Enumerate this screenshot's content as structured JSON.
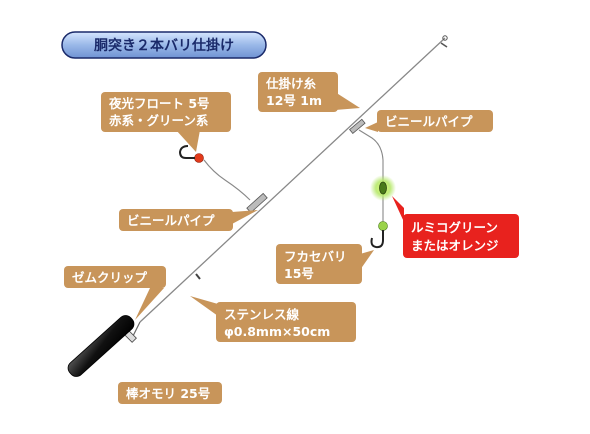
{
  "title": "胴突き２本バリ仕掛け",
  "labels": {
    "float": [
      "夜光フロート 5号",
      "赤系・グリーン系"
    ],
    "main_line": [
      "仕掛け糸",
      "12号 1m"
    ],
    "vinyl_pipe_right": "ビニールパイプ",
    "vinyl_pipe_left": "ビニールパイプ",
    "lumi": [
      "ルミコグリーン",
      "またはオレンジ"
    ],
    "hook": [
      "フカセバリ",
      "15号"
    ],
    "zem_clip": "ゼムクリップ",
    "stainless": [
      "ステンレス線",
      "φ0.8mm×50cm"
    ],
    "sinker": "棒オモリ 25号"
  },
  "colors": {
    "callout": "#c8955a",
    "callout_highlight": "#e8221e",
    "title_bg": "#9ab8e8",
    "title_text": "#1a2a6a",
    "float_red": "#e23a1a",
    "lumi_green": "#9ad34a",
    "sinker": "#111111"
  }
}
